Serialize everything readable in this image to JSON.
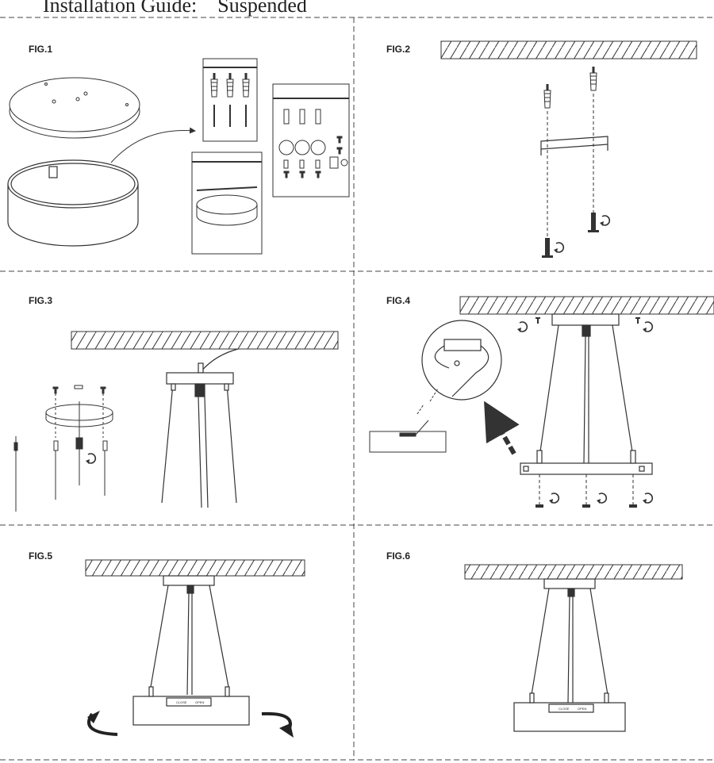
{
  "guide": {
    "title": "Installation Guide:    Suspended"
  },
  "figures": [
    {
      "label": "FIG.1"
    },
    {
      "label": "FIG.2"
    },
    {
      "label": "FIG.3"
    },
    {
      "label": "FIG.4"
    },
    {
      "label": "FIG.5"
    },
    {
      "label": "FIG.6"
    }
  ],
  "switch_labels": {
    "close": "CLOSE",
    "open": "OPEN"
  },
  "icons": [
    "hatched-ceiling-icon",
    "screw-icon",
    "anchor-icon",
    "rotate-arrow-icon",
    "bracket-icon",
    "driver-icon",
    "connector-icon",
    "pointer-arrow-icon"
  ]
}
